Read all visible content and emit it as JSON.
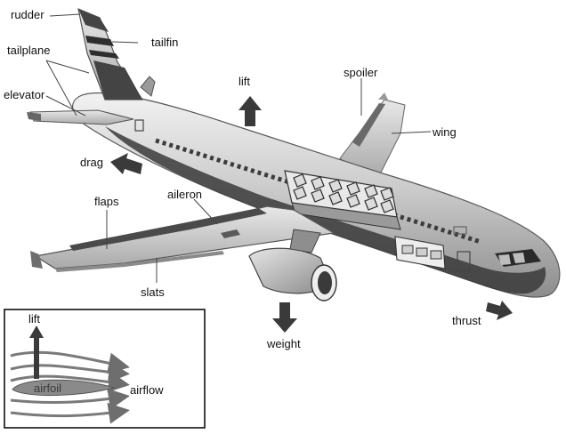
{
  "labels": {
    "rudder": "rudder",
    "tailfin": "tailfin",
    "tailplane": "tailplane",
    "elevator": "elevator",
    "lift": "lift",
    "spoiler": "spoiler",
    "wing": "wing",
    "drag": "drag",
    "flaps": "flaps",
    "aileron": "aileron",
    "slats": "slats",
    "weight": "weight",
    "thrust": "thrust"
  },
  "inset": {
    "lift": "lift",
    "airfoil": "airfoil",
    "airflow": "airflow"
  },
  "colors": {
    "fuselage": "#cfcfcf",
    "shadow": "#7a7a7a",
    "stripe": "#2e2e2e",
    "arrow": "#3a3a3a",
    "airfoil": "#8a8a8a"
  },
  "icons": {
    "force_arrows": "force-arrow-icon"
  }
}
